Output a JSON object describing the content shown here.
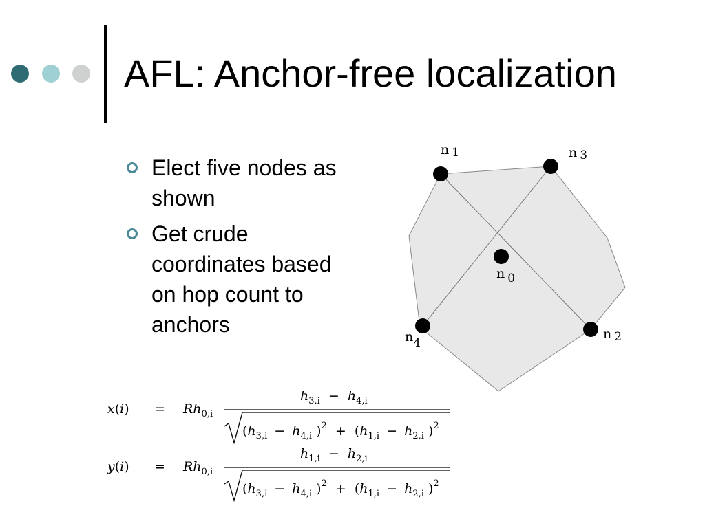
{
  "slide": {
    "title": "AFL: Anchor-free localization",
    "decor_dot_colors": [
      "#2f6b73",
      "#9fd0d4",
      "#cfd0d0"
    ]
  },
  "bullets": [
    {
      "lines": [
        "Elect five nodes as",
        "shown"
      ]
    },
    {
      "lines": [
        "Get crude",
        "coordinates based",
        "on hop count to",
        "anchors"
      ]
    }
  ],
  "diagram": {
    "region_color": "#e8e8e8",
    "nodes": [
      {
        "id": "n1",
        "letter": "n",
        "sub": "1"
      },
      {
        "id": "n3",
        "letter": "n",
        "sub": "3"
      },
      {
        "id": "n0",
        "letter": "n",
        "sub": "0"
      },
      {
        "id": "n4",
        "letter": "n",
        "sub": "4"
      },
      {
        "id": "n2",
        "letter": "n",
        "sub": "2"
      }
    ]
  },
  "equations": [
    {
      "lhs_fn": "x",
      "lhs_arg": "i",
      "eq": "=",
      "coef": "Rh",
      "coef_sub": "0,i",
      "num_a": "h",
      "num_a_sub": "3,i",
      "num_op": "−",
      "num_b": "h",
      "num_b_sub": "4,i"
    },
    {
      "lhs_fn": "y",
      "lhs_arg": "i",
      "eq": "=",
      "coef": "Rh",
      "coef_sub": "0,i",
      "num_a": "h",
      "num_a_sub": "1,i",
      "num_op": "−",
      "num_b": "h",
      "num_b_sub": "2,i"
    }
  ],
  "denominator": {
    "t1a": "h",
    "t1a_sub": "3,i",
    "t1op": "−",
    "t1b": "h",
    "t1b_sub": "4,i",
    "exp": "2",
    "plus": "+",
    "t2a": "h",
    "t2a_sub": "1,i",
    "t2op": "−",
    "t2b": "h",
    "t2b_sub": "2,i"
  }
}
